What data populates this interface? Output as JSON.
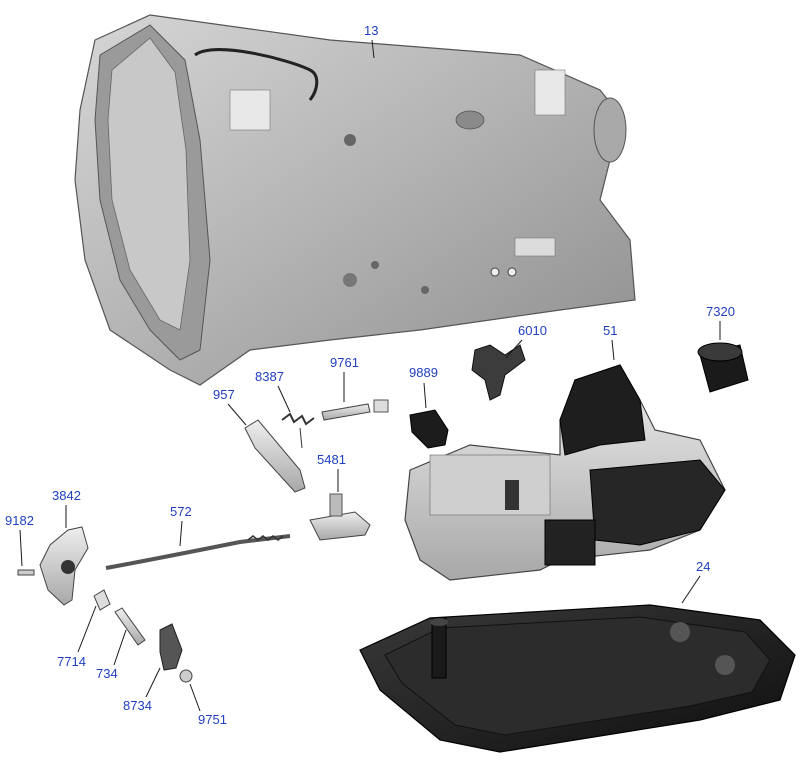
{
  "figure": {
    "type": "exploded-parts-diagram",
    "label_color": "#1f3fbf",
    "line_color": "#1a1a1a",
    "part_colors": {
      "casting": "#bdbdbd",
      "dark": "#2a2a2a",
      "metal": "#d9d9d9"
    }
  },
  "callouts": [
    {
      "id": "13",
      "text": "13"
    },
    {
      "id": "6010",
      "text": "6010"
    },
    {
      "id": "51",
      "text": "51"
    },
    {
      "id": "7320",
      "text": "7320"
    },
    {
      "id": "957",
      "text": "957"
    },
    {
      "id": "8387",
      "text": "8387"
    },
    {
      "id": "9761",
      "text": "9761"
    },
    {
      "id": "9889",
      "text": "9889"
    },
    {
      "id": "5481",
      "text": "5481"
    },
    {
      "id": "3842",
      "text": "3842"
    },
    {
      "id": "572",
      "text": "572"
    },
    {
      "id": "9182",
      "text": "9182"
    },
    {
      "id": "7714",
      "text": "7714"
    },
    {
      "id": "734",
      "text": "734"
    },
    {
      "id": "8734",
      "text": "8734"
    },
    {
      "id": "9751",
      "text": "9751"
    },
    {
      "id": "24",
      "text": "24"
    }
  ]
}
